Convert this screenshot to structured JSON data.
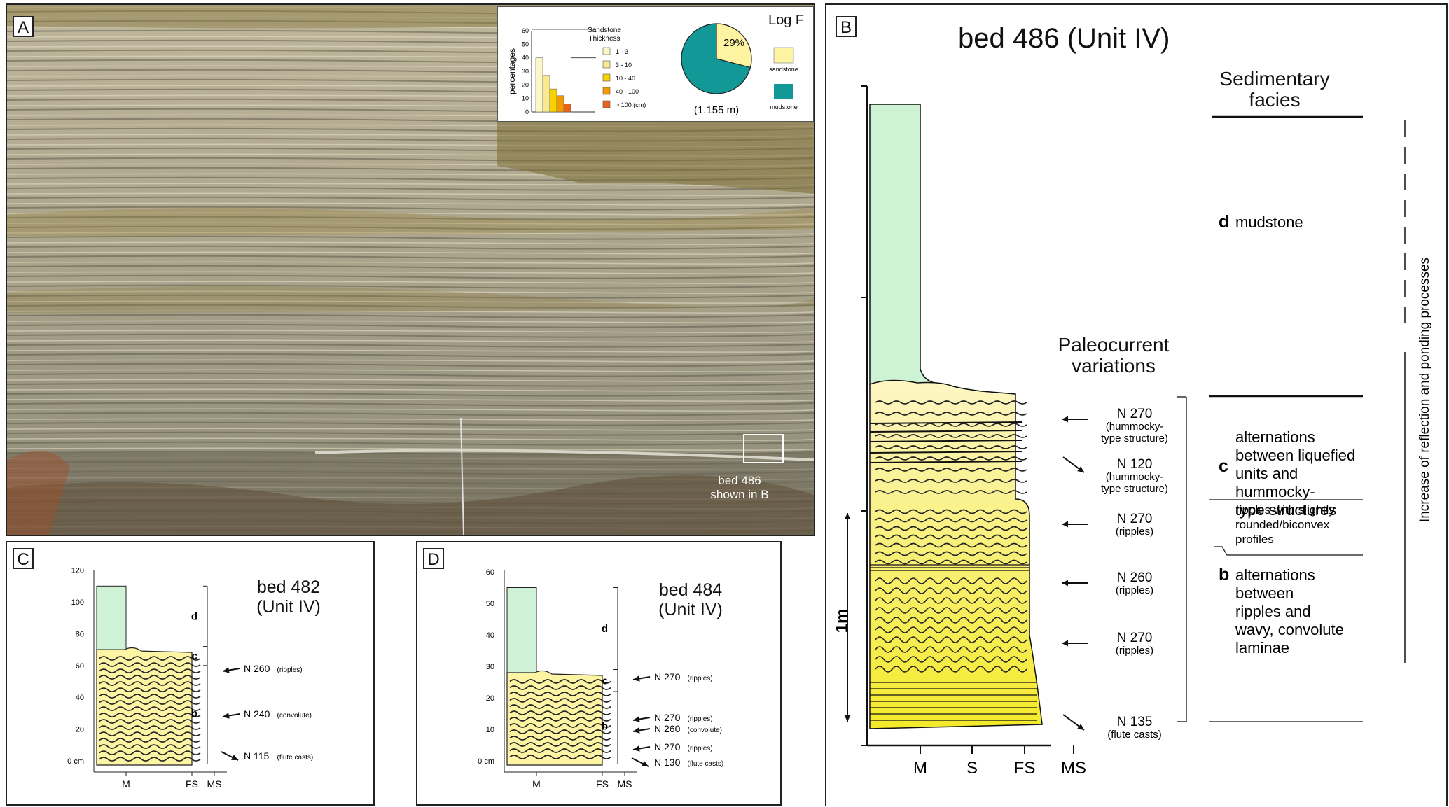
{
  "panel_a": {
    "label": "A",
    "bed_note_line1": "bed 486",
    "bed_note_line2": "shown in B",
    "inset": {
      "log_title": "Log F",
      "histogram": {
        "ylabel": "percentages",
        "ticks": [
          "0",
          "10",
          "20",
          "30",
          "40",
          "50",
          "60"
        ],
        "legend_title_line1": "Sandstone",
        "legend_title_line2": "Thickness",
        "classes": [
          {
            "label": "1 - 3",
            "color": "#fdf6c8",
            "percent": 40
          },
          {
            "label": "3 - 10",
            "color": "#fbe98f",
            "percent": 27
          },
          {
            "label": "10 - 40",
            "color": "#f6d200",
            "percent": 17
          },
          {
            "label": "40 - 100",
            "color": "#f59a00",
            "percent": 12
          },
          {
            "label": "> 100 (cm)",
            "color": "#e8641c",
            "percent": 6
          }
        ]
      },
      "pie": {
        "sandstone_pct_label": "29%",
        "sandstone_fraction": 0.29,
        "total": "(1.155 m)",
        "sandstone_label": "sandstone",
        "mudstone_label": "mudstone",
        "sandstone_color": "#fdf3a0",
        "mudstone_color": "#139898"
      }
    }
  },
  "panel_b": {
    "label": "B",
    "title": "bed 486 (Unit IV)",
    "facies_header_line1": "Sedimentary",
    "facies_header_line2": "facies",
    "paleo_header_line1": "Paleocurrent",
    "paleo_header_line2": "variations",
    "scale_label": "1m",
    "x_axis": [
      "M",
      "S",
      "FS",
      "MS"
    ],
    "facies": [
      {
        "letter": "d",
        "lines": [
          "mudstone"
        ]
      },
      {
        "letter": "c",
        "lines": [
          "alternations",
          "between liquefied",
          "units and",
          "hummocky-",
          "type structures"
        ]
      },
      {
        "letter": "",
        "lines": [
          "ripples with slightly",
          "rounded/biconvex",
          "profiles"
        ]
      },
      {
        "letter": "b",
        "lines": [
          "alternations",
          "between",
          "ripples and",
          "wavy, convolute",
          "laminae"
        ]
      }
    ],
    "paleocurrents": [
      {
        "azimuth": "N 270",
        "note_line1": "(hummocky-",
        "note_line2": "type structure)"
      },
      {
        "azimuth": "N 120",
        "note_line1": "(hummocky-",
        "note_line2": "type structure)"
      },
      {
        "azimuth": "N 270",
        "note_line1": "(ripples)",
        "note_line2": ""
      },
      {
        "azimuth": "N 260",
        "note_line1": "(ripples)",
        "note_line2": ""
      },
      {
        "azimuth": "N 270",
        "note_line1": "(ripples)",
        "note_line2": ""
      },
      {
        "azimuth": "N 135",
        "note_line1": "(flute casts)",
        "note_line2": ""
      }
    ],
    "vertical_note": "Increase of reflection and ponding processes"
  },
  "panel_c": {
    "label": "C",
    "title_line1": "bed 482",
    "title_line2": "(Unit IV)",
    "y_ticks": [
      "0 cm",
      "20",
      "40",
      "60",
      "80",
      "100",
      "120"
    ],
    "x_axis": [
      "M",
      "FS",
      "MS"
    ],
    "facies": [
      "d",
      "c",
      "b"
    ],
    "paleocurrents": [
      {
        "azimuth": "N 260",
        "note": "(ripples)"
      },
      {
        "azimuth": "N 240",
        "note": "(convolute)"
      },
      {
        "azimuth": "N 115",
        "note": "(flute casts)"
      }
    ]
  },
  "panel_d": {
    "label": "D",
    "title_line1": "bed 484",
    "title_line2": "(Unit IV)",
    "y_ticks": [
      "0 cm",
      "10",
      "20",
      "30",
      "40",
      "50",
      "60"
    ],
    "x_axis": [
      "M",
      "FS",
      "MS"
    ],
    "facies": [
      "d",
      "c",
      "b"
    ],
    "paleocurrents": [
      {
        "azimuth": "N 270",
        "note": "(ripples)"
      },
      {
        "azimuth": "N 270",
        "note": "(ripples)"
      },
      {
        "azimuth": "N 260",
        "note": "(convolute)"
      },
      {
        "azimuth": "N 270",
        "note": "(ripples)"
      },
      {
        "azimuth": "N 130",
        "note": "(flute casts)"
      }
    ]
  }
}
